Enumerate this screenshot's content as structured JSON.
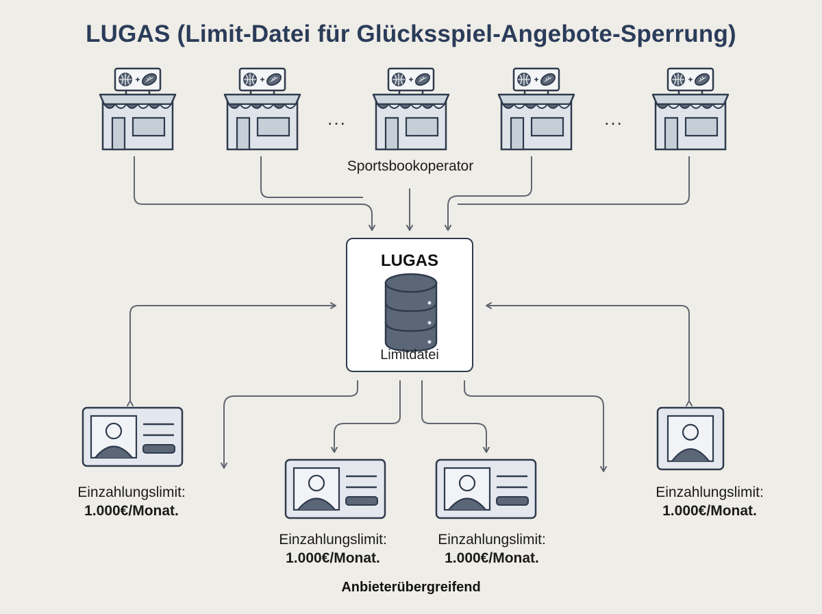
{
  "title": "LUGAS (Limit-Datei für Glücksspiel-Angebote-Sperrung)",
  "operators": {
    "label": "Sportsbookoperator",
    "ellipsis": "...",
    "count": 5
  },
  "hub": {
    "title": "LUGAS",
    "subtitle": "Limitdatei"
  },
  "players": [
    {
      "limit_label": "Einzahlungslimit:",
      "limit_value": "1.000€/Monat."
    },
    {
      "limit_label": "Einzahlungslimit:",
      "limit_value": "1.000€/Monat."
    },
    {
      "limit_label": "Einzahlungslimit:",
      "limit_value": "1.000€/Monat."
    },
    {
      "limit_label": "Einzahlungslimit:",
      "limit_value": "1.000€/Monat."
    }
  ],
  "footer": "Anbieterübergreifend",
  "colors": {
    "background": "#efede7",
    "title": "#2b3c5a",
    "outline": "#2e3a4c",
    "fill": "#dfe4ea",
    "dark_fill": "#5b6677",
    "arrow": "#5f6570"
  },
  "icons": [
    "storefront-icon",
    "basketball-icon",
    "football-icon",
    "database-icon",
    "id-card-icon",
    "person-icon"
  ]
}
